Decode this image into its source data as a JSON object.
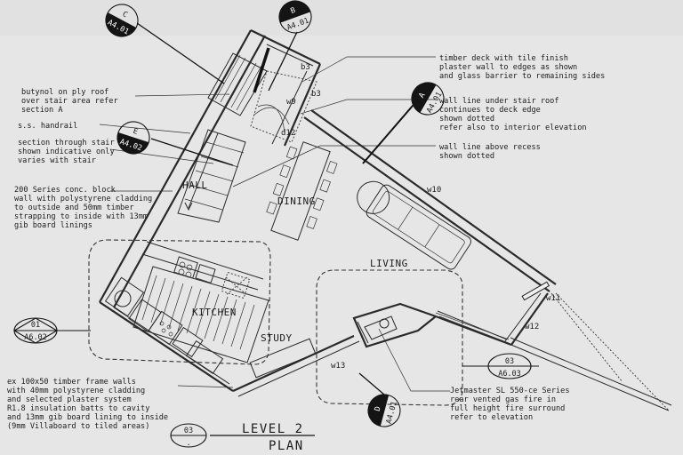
{
  "sheet": {
    "title": "LEVEL 2",
    "subtitle": "PLAN",
    "drawing_no": "03",
    "drawing_sub": "."
  },
  "rooms": {
    "hall": "HALL",
    "dining": "DINING",
    "living": "LIVING",
    "kitchen": "KITCHEN",
    "study": "STUDY"
  },
  "annotations": {
    "roof": [
      "butynol on ply roof",
      "over stair area refer",
      "section A"
    ],
    "handrail": [
      "s.s. handrail"
    ],
    "stair_section": [
      "section through stair",
      "shown indicative only",
      "varies with stair"
    ],
    "block_wall": [
      "200 Series conc. block",
      "wall with polystyrene cladding",
      "to outside and 50mm timber",
      "strapping to inside with 13mm",
      "gib board linings"
    ],
    "deck": [
      "timber deck with tile finish",
      "plaster wall to edges as shown",
      "and glass barrier to remaining sides"
    ],
    "wall_line": [
      "wall line under stair roof",
      "continues to deck edge",
      "shown dotted",
      "refer also to interior elevation"
    ],
    "recess": [
      "wall line above recess",
      "shown dotted"
    ],
    "frame_walls": [
      "ex 100x50 timber frame walls",
      "with 40mm polystyrene cladding",
      "and selected plaster system",
      "R1.8 insulation batts to cavity",
      "and 13mm gib board lining to inside",
      "(9mm Villaboard to tiled areas)"
    ],
    "fire": [
      "Jetmaster SL 550-ce Series",
      "rear vented gas fire in",
      "full height fire surround",
      "refer to elevation"
    ]
  },
  "window_tags": {
    "b3a": "b3",
    "b3b": "b3",
    "w9": "w9",
    "d12": "d12",
    "w10": "w10",
    "w11": "w11",
    "w12": "w12",
    "w13": "w13"
  },
  "section_markers": [
    {
      "letter": "C",
      "sheet": "A4.01"
    },
    {
      "letter": "B",
      "sheet": "A4.01"
    },
    {
      "letter": "A",
      "sheet": "A4.01"
    },
    {
      "letter": "E",
      "sheet": "A4.02"
    },
    {
      "letter": "D",
      "sheet": "A4.01"
    }
  ],
  "elevation_markers": [
    {
      "number": "01",
      "sheet": "A6.02"
    },
    {
      "number": "03",
      "sheet": "A6.03"
    }
  ]
}
